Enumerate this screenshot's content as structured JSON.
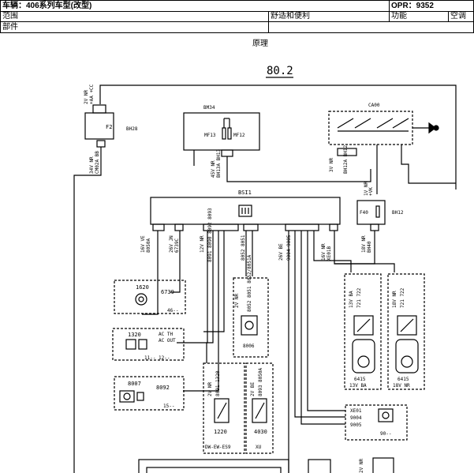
{
  "header": {
    "vehicle": "车辆：406系列车型(改型)",
    "opr": "OPR：9352",
    "scope_label": "范围",
    "category": "舒适和便利",
    "function_label": "功能",
    "function_value": "空调",
    "part_label": "部件",
    "principle": "原理"
  },
  "diagram": {
    "page_number": "80.2",
    "components": {
      "bh28": "BH28",
      "f2": "F2",
      "bm34": "BM34",
      "mf13": "MF13",
      "mf12": "MF12",
      "ca00": "CA00",
      "bsi1": "BSI1",
      "f40": "F40",
      "bh12": "BH12",
      "c1620": "1620",
      "c6739": "6739",
      "c46": "46--",
      "c1320": "1320",
      "ac_th": "AC TH",
      "ac_out": "AC OUT",
      "c11_12": "11-- 12--",
      "c8007": "8007",
      "c8092": "8092",
      "c15": "15--",
      "c8006": "8006",
      "c1220": "1220",
      "c4030": "4030",
      "dw_ew_es9": "DW-EW-ES9",
      "xu": "XU",
      "c6415a": "6415",
      "c6415a_sub": "13V BA",
      "c6415b": "6415",
      "c6415b_sub": "18V NR",
      "xe01": "XE01",
      "w9004": "9004",
      "w9005": "9005",
      "c90": "90--"
    },
    "labels": {
      "top_left_conn": "2V NR",
      "top_left_wires": "+AA  +CC",
      "bh28_below": "34V NR",
      "bh28_wires": "CM02A  BB",
      "bm34_below": "45V NR",
      "bm34_wires": "BH13A  BH13",
      "ca00_below": "3V NR",
      "ca00_wires": "BH12A  BH12",
      "ca00_right": "1V NR",
      "ca00_right_wire": "+VK",
      "bsi_16v": "16V VE",
      "bsi_16v_wire": "8050A",
      "bsi_26v": "26V JN",
      "bsi_26v_wire": "6739C",
      "bsi_12v": "12V NR",
      "bsi_12v_wires": "8091  8090  8092  8093",
      "bsi_2v": "2V NR",
      "bsi_2v_wires": "8052  8051",
      "bsi_26v_be": "26V BE",
      "bsi_26v_be_wires": "9004  9005",
      "bsi_16v_nr": "16V NR",
      "bsi_16v_nr_wire": "XE01B",
      "f40_below": "18V NR",
      "f40_wire": "BH40",
      "c8006_top": "2V NR",
      "c8006_wires": "8052  8051  8052/8051A",
      "c1220_top": "2V NR",
      "c1220_wires": "8091  1320",
      "c4030_top": "2V BE",
      "c4030_wires": "8093  8050A",
      "c6415a_top": "13V BA",
      "c6415a_wires": "721  722",
      "c6415b_top": "18V NR",
      "c6415b_wires": "721  722",
      "bottom_right": "2V NR"
    }
  }
}
